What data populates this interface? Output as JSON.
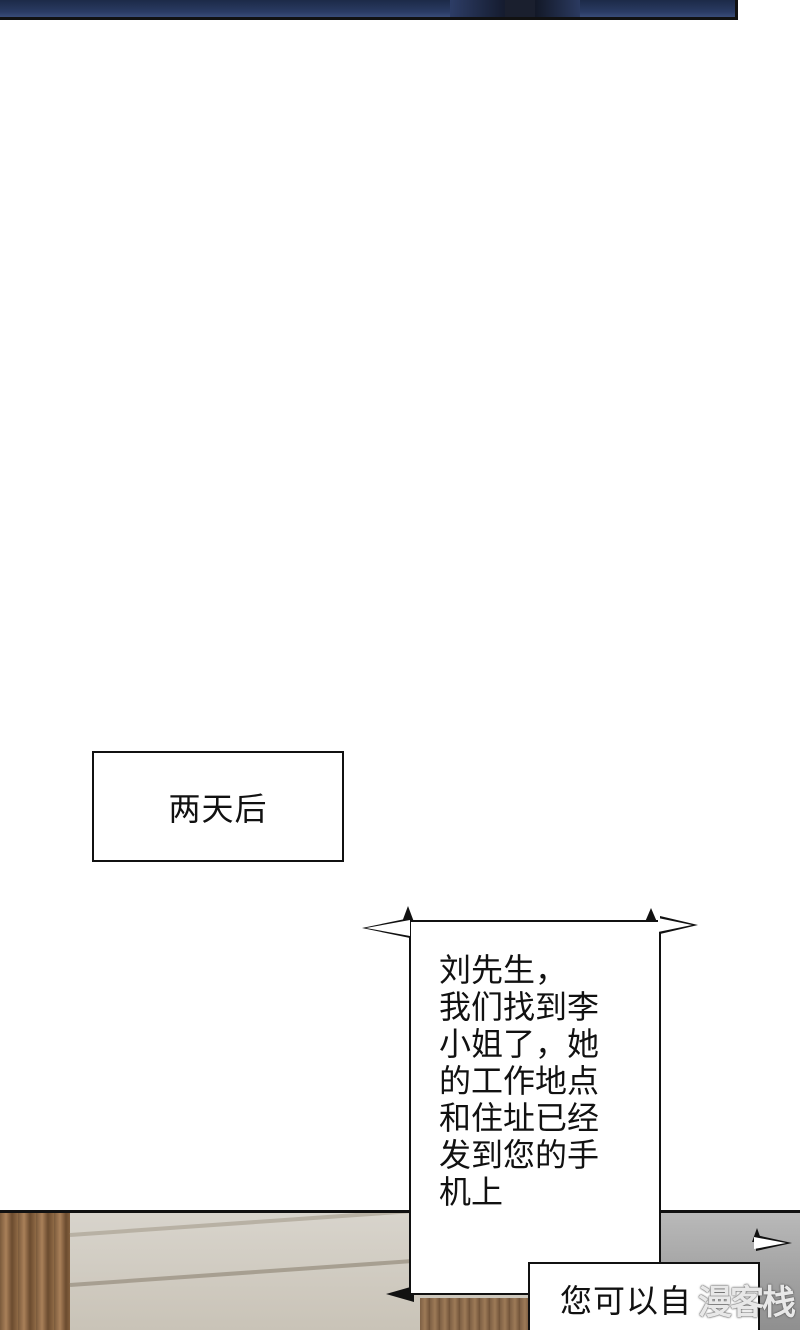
{
  "caption": {
    "text": "两天后"
  },
  "speech_bubble_main": {
    "text": "刘先生，\n我们找到李\n小姐了，她\n的工作地点\n和住址已经\n发到您的手\n机上"
  },
  "speech_bubble_second": {
    "text": "您可以自"
  },
  "watermark": {
    "text": "漫客栈"
  }
}
